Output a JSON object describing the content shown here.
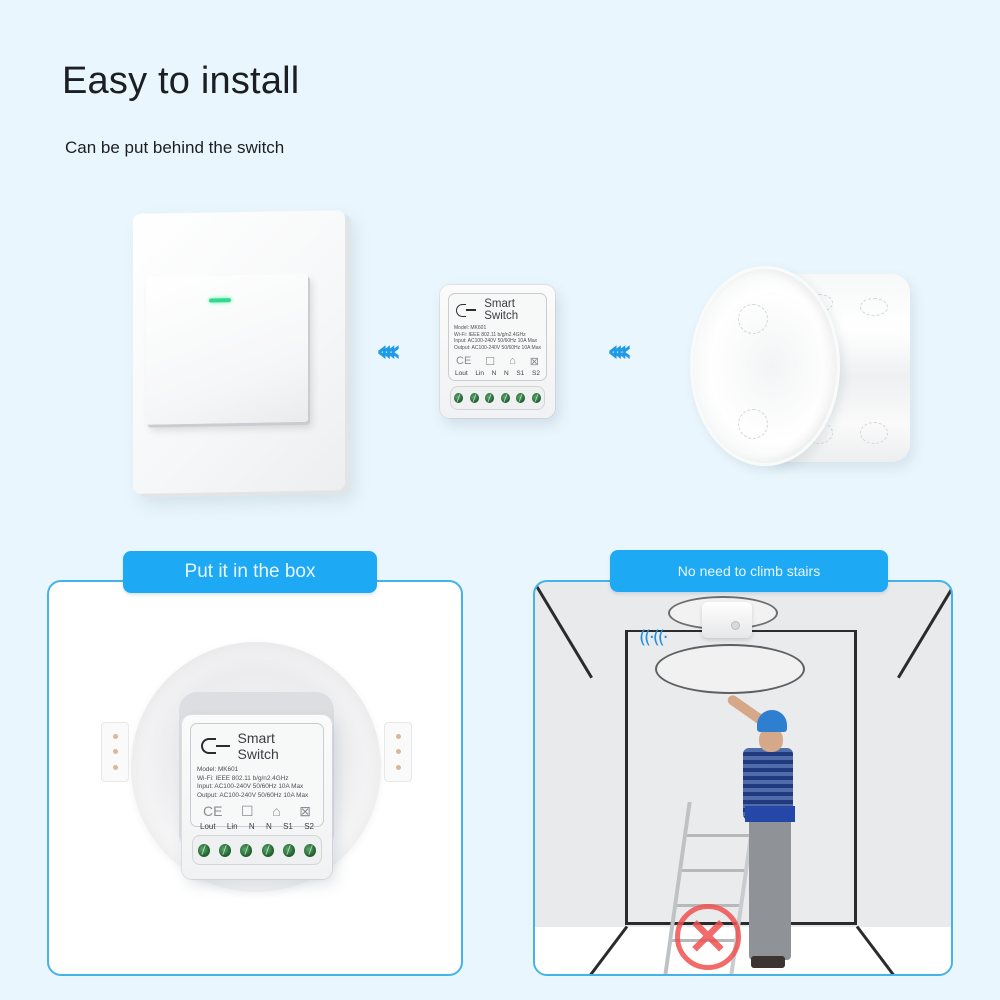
{
  "header": {
    "title": "Easy to install",
    "subtitle": "Can be put behind the switch"
  },
  "top_row": {
    "items": [
      {
        "name": "wall-switch",
        "led_color": "#33d98f"
      },
      {
        "name": "smart-switch-module"
      },
      {
        "name": "junction-box"
      }
    ],
    "arrow_glyph": "‹‹‹‹",
    "arrow_color": "#1f9be6"
  },
  "module": {
    "brand": "Smart Switch",
    "model": "Model: MK601",
    "wifi": "Wi-Fi:  IEEE  802.11  b/g/n2.4GHz",
    "input": "Input: AC100-240V  50/60Hz  10A Max",
    "output": "Output: AC100-240V  50/60Hz  10A Max",
    "cert_icons": [
      "CE",
      "☐",
      "⌂",
      "⊠"
    ],
    "terminals": [
      "Lout",
      "Lin",
      "N",
      "N",
      "S1",
      "S2"
    ],
    "screw_count": 6
  },
  "cards": {
    "left": {
      "tag": "Put it in the box"
    },
    "right": {
      "tag": "No need to climb stairs",
      "wifi_glyph": "((·((·",
      "no_sign_glyph": "✕"
    }
  },
  "colors": {
    "background": "#eaf6fd",
    "accent": "#1ea9f5",
    "card_border": "#45b2ea",
    "no_sign": "#f05050"
  }
}
